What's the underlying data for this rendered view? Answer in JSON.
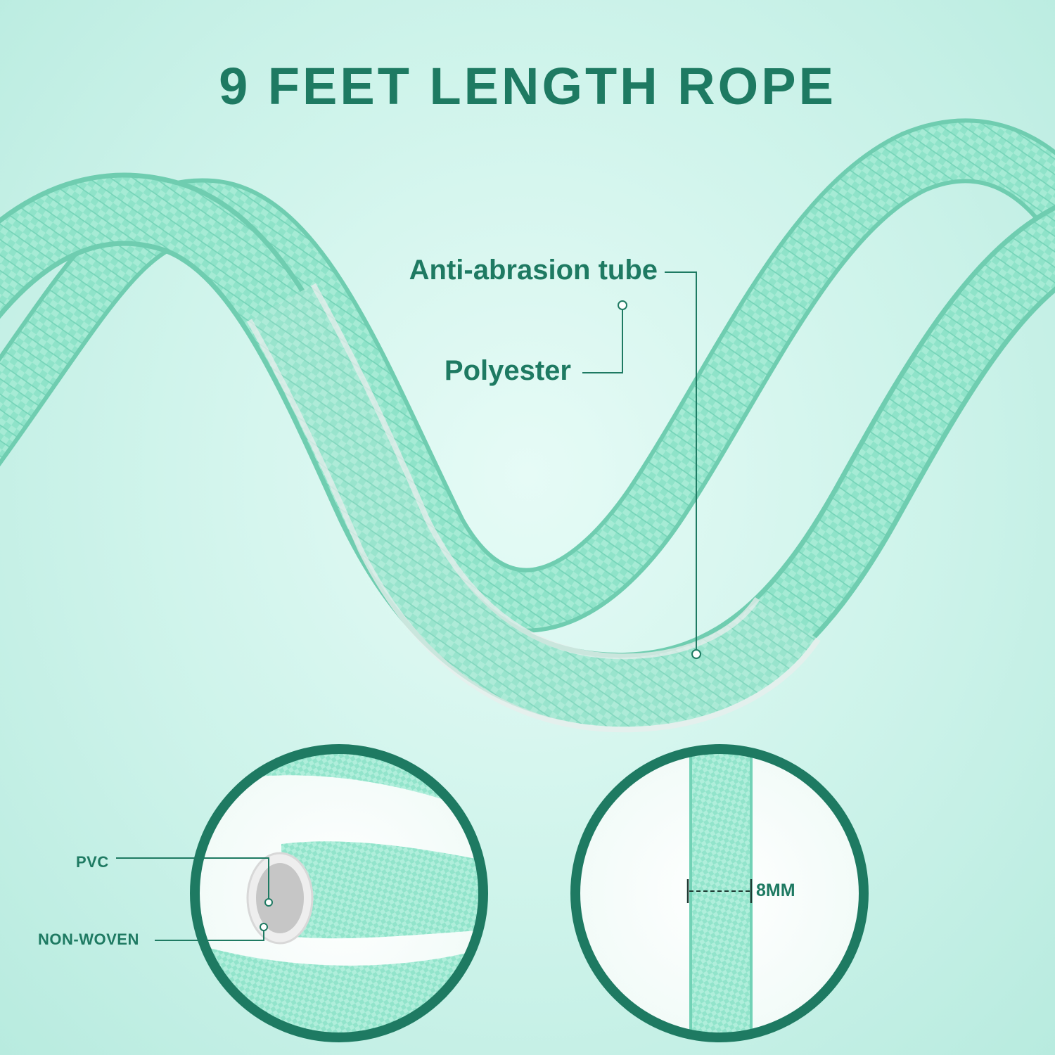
{
  "headline": "9 FEET LENGTH ROPE",
  "callouts": {
    "anti_abrasion": "Anti-abrasion tube",
    "polyester": "Polyester",
    "pvc": "PVC",
    "non_woven": "NON-WOVEN",
    "diameter": "8MM"
  },
  "colors": {
    "background": "#d4f5ed",
    "rope": "#8fe3c9",
    "accent_text": "#1e7a62",
    "circle_border": "#1e7a62"
  }
}
